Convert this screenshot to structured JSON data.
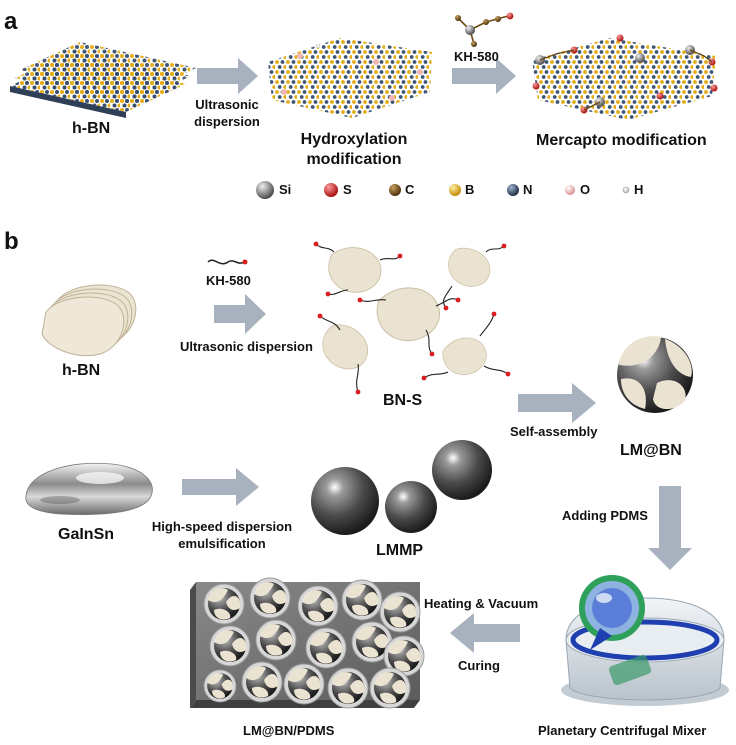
{
  "panel_a": {
    "label": "a",
    "hbn": "h-BN",
    "step1": "Ultrasonic\ndispersion",
    "hydroxylation_line1": "Hydroxylation",
    "hydroxylation_line2": "modification",
    "kh580": "KH-580",
    "mercapto": "Mercapto modification",
    "legend": [
      {
        "symbol": "Si",
        "color": "#6e6e6e"
      },
      {
        "symbol": "S",
        "color": "#d81e1e"
      },
      {
        "symbol": "C",
        "color": "#6b4a12"
      },
      {
        "symbol": "B",
        "color": "#e9b01a"
      },
      {
        "symbol": "N",
        "color": "#3a4f6e"
      },
      {
        "symbol": "O",
        "color": "#f0b6b6"
      },
      {
        "symbol": "H",
        "color": "#f6f6f6"
      }
    ]
  },
  "panel_b": {
    "label": "b",
    "kh580": "KH-580",
    "ultrasonic": "Ultrasonic dispersion",
    "hbn": "h-BN",
    "bns": "BN-S",
    "self_assembly": "Self-assembly",
    "lmbn": "LM@BN",
    "galinsn": "GaInSn",
    "high_speed_line1": "High-speed dispersion",
    "high_speed_line2": "emulsification",
    "lmmp": "LMMP",
    "adding_pdms": "Adding PDMS",
    "heating": "Heating & Vacuum",
    "curing": "Curing",
    "composite": "LM@BN/PDMS",
    "mixer": "Planetary Centrifugal Mixer"
  }
}
